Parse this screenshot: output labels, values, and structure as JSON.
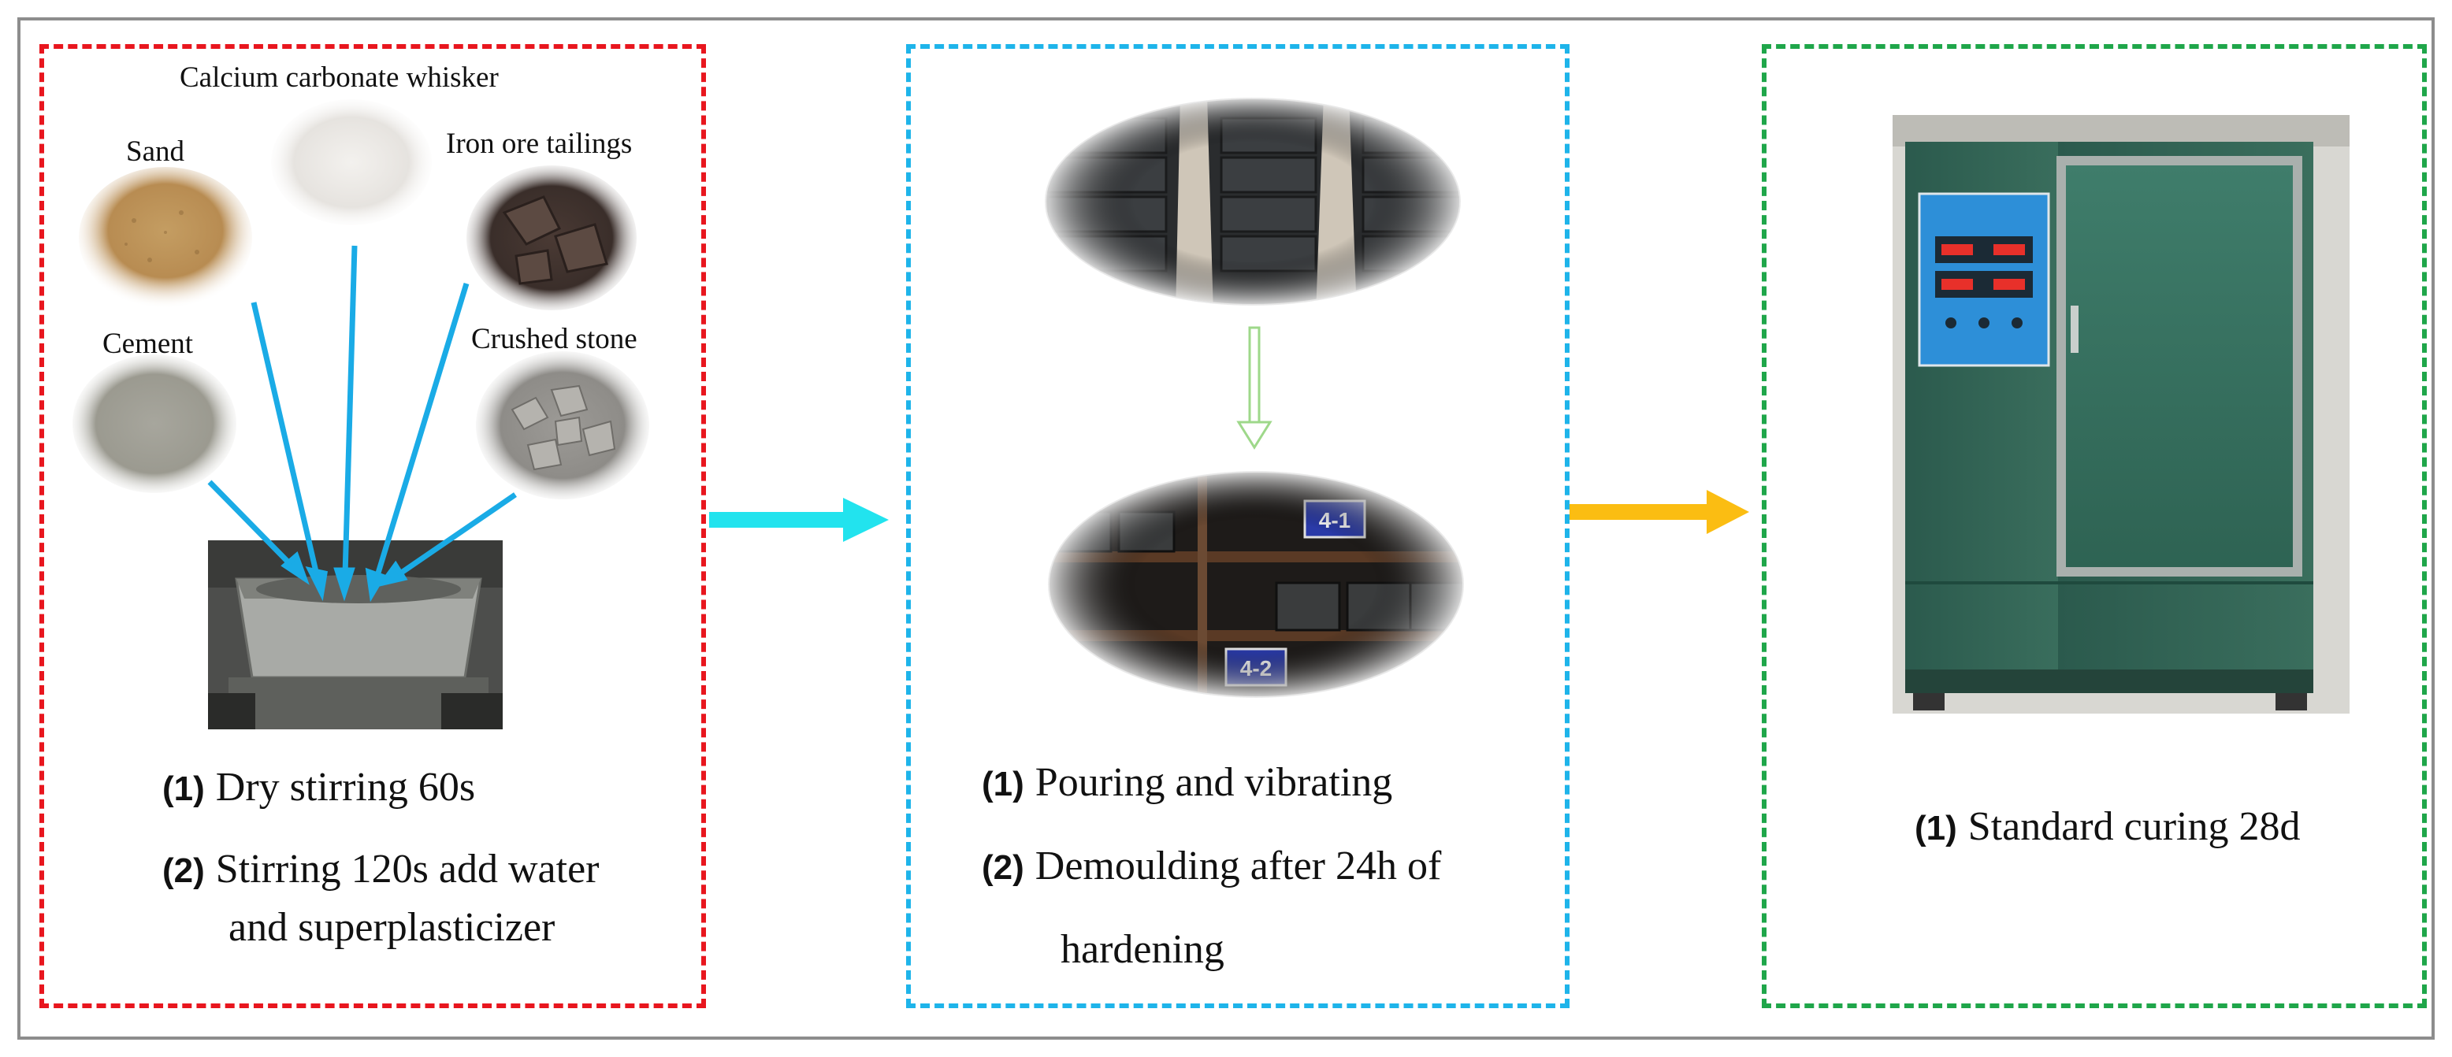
{
  "colors": {
    "mixing_border": "#e8161e",
    "casting_border": "#1eb4ea",
    "curing_border": "#1fa64a",
    "material_arrows": "#1aabe6",
    "arrow_mix_to_cast": "#22e3ee",
    "arrow_cast_to_cure": "#fbbd12",
    "arrow_demould": "#9ed88a"
  },
  "mixing": {
    "materials": {
      "calcium_carbonate_whisker": "Calcium carbonate whisker",
      "sand": "Sand",
      "iron_ore_tailings": "Iron ore tailings",
      "cement": "Cement",
      "crushed_stone": "Crushed stone"
    },
    "steps": [
      {
        "num": "(1)",
        "text": "Dry stirring 60s"
      },
      {
        "num": "(2)",
        "text": "Stirring 120s add water",
        "text_line2": "and superplasticizer"
      }
    ]
  },
  "casting": {
    "steps": [
      {
        "num": "(1)",
        "text": "Pouring and vibrating"
      },
      {
        "num": "(2)",
        "text": "Demoulding after 24h of",
        "text_line2": "hardening"
      }
    ],
    "rack_tags": [
      "4-1",
      "4-2"
    ]
  },
  "curing": {
    "steps": [
      {
        "num": "(1)",
        "text": "Standard curing 28d"
      }
    ]
  }
}
